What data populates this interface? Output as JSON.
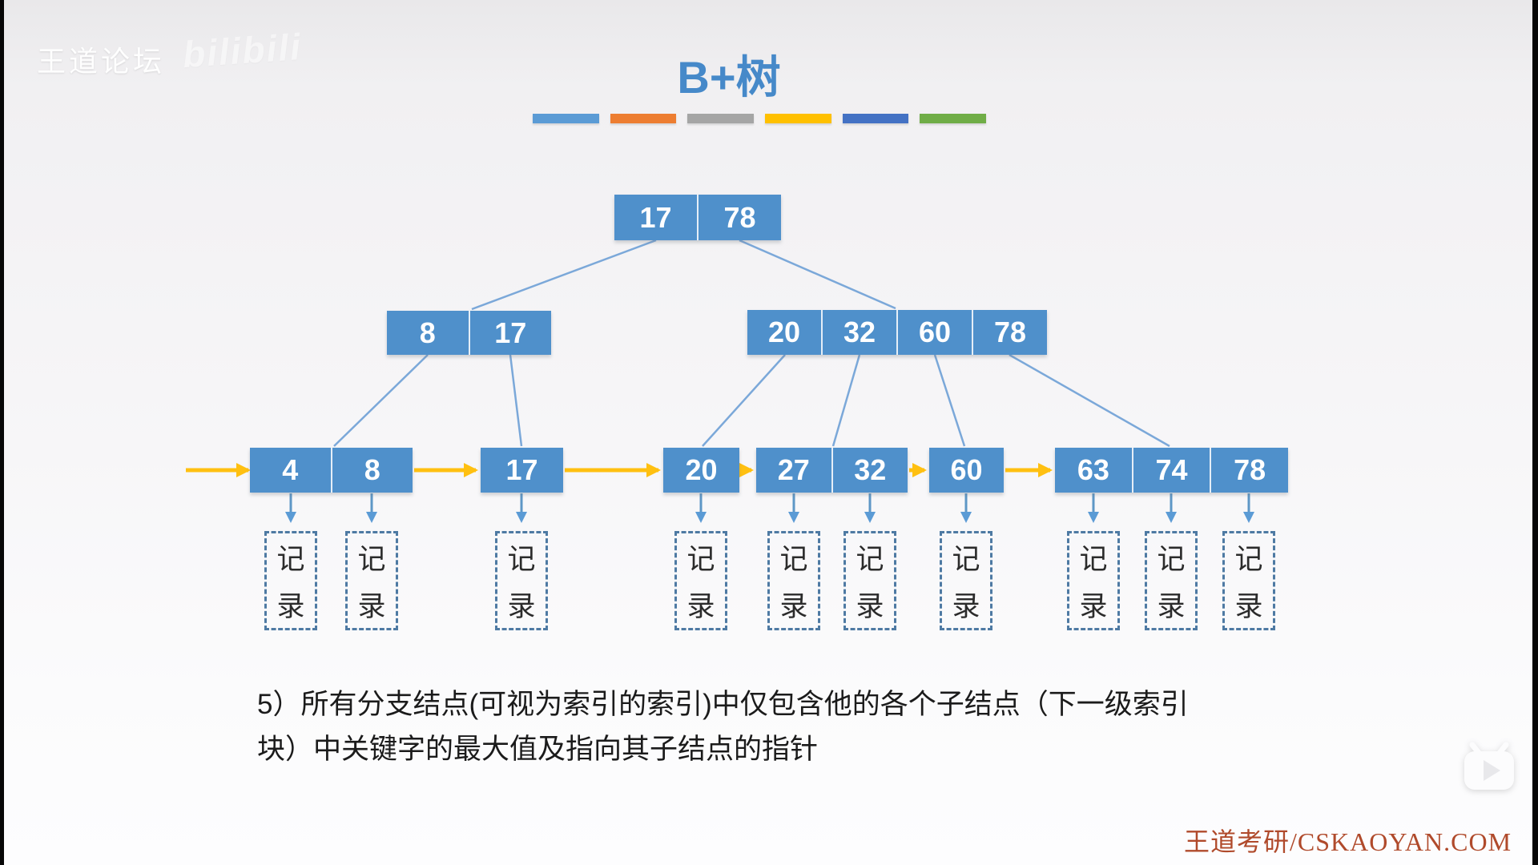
{
  "slide": {
    "title": "B+树",
    "note_line1": "5）所有分支结点(可视为索引的索引)中仅包含他的各个子结点（下一级索引",
    "note_line2": "块）中关键字的最大值及指向其子结点的指针"
  },
  "watermarks": {
    "forum": "王道论坛",
    "bilibili": "bilibili",
    "footer_brand": "王道考研/CSKAOYAN.COM"
  },
  "legend_colors": [
    "#5b9bd5",
    "#ed7d31",
    "#a5a5a5",
    "#ffc000",
    "#4472c4",
    "#70ad47"
  ],
  "record_label": "记录",
  "tree": {
    "root": {
      "keys": [
        "17",
        "78"
      ]
    },
    "internal_nodes": [
      {
        "keys": [
          "8",
          "17"
        ]
      },
      {
        "keys": [
          "20",
          "32",
          "60",
          "78"
        ]
      }
    ],
    "leaf_nodes": [
      {
        "keys": [
          "4",
          "8"
        ]
      },
      {
        "keys": [
          "17"
        ]
      },
      {
        "keys": [
          "20"
        ]
      },
      {
        "keys": [
          "27",
          "32"
        ]
      },
      {
        "keys": [
          "60"
        ]
      },
      {
        "keys": [
          "63",
          "74",
          "78"
        ]
      }
    ]
  },
  "colors": {
    "node_fill": "#4f90cb",
    "key_text": "#ffffff",
    "connector_line": "#7ba8d9",
    "sequence_arrow": "#ffc011",
    "record_arrow": "#5b9bd5",
    "record_border": "#4e7aa3",
    "title_text": "#4689c9",
    "footer_text": "#b04a2b"
  }
}
